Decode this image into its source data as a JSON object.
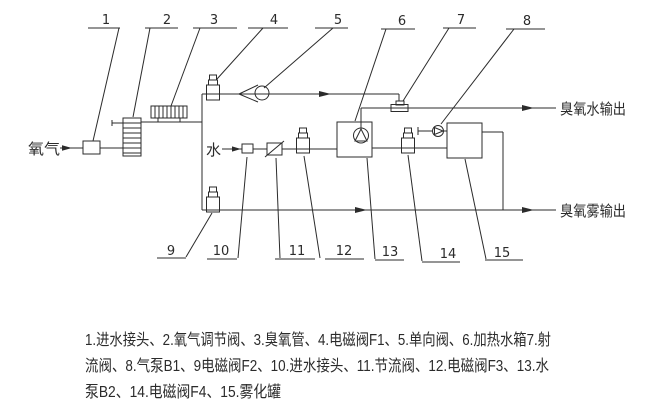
{
  "figure": {
    "type": "piping-schematic",
    "background": "#ffffff",
    "ink": "#2b2b2b"
  },
  "stream_labels": {
    "oxygen_in": "氧气",
    "water_in": "水",
    "ozone_water_out": "臭氧水输出",
    "ozone_mist_out": "臭氧雾输出"
  },
  "callouts": {
    "top": [
      "1",
      "2",
      "3",
      "4",
      "5",
      "6",
      "7",
      "8"
    ],
    "bottom": [
      "9",
      "10",
      "11",
      "12",
      "13",
      "14",
      "15"
    ]
  },
  "legend": {
    "lines": [
      "1.进水接头、2.氧气调节阀、3.臭氧管、4.电磁阀F1、5.单向阀、6.加热水箱7.射",
      "流阀、8.气泵B1、9电磁阀F2、10.进水接头、11.节流阀、12.电磁阀F3、13.水",
      "泵B2、14.电磁阀F4、15.雾化罐"
    ],
    "components": [
      {
        "no": "1",
        "name": "进水接头"
      },
      {
        "no": "2",
        "name": "氧气调节阀"
      },
      {
        "no": "3",
        "name": "臭氧管"
      },
      {
        "no": "4",
        "name": "电磁阀F1"
      },
      {
        "no": "5",
        "name": "单向阀"
      },
      {
        "no": "6",
        "name": "加热水箱"
      },
      {
        "no": "7",
        "name": "射流阀"
      },
      {
        "no": "8",
        "name": "气泵B1"
      },
      {
        "no": "9",
        "name": "电磁阀F2"
      },
      {
        "no": "10",
        "name": "进水接头"
      },
      {
        "no": "11",
        "name": "节流阀"
      },
      {
        "no": "12",
        "name": "电磁阀F3"
      },
      {
        "no": "13",
        "name": "水泵B2"
      },
      {
        "no": "14",
        "name": "电磁阀F4"
      },
      {
        "no": "15",
        "name": "雾化罐"
      }
    ]
  }
}
